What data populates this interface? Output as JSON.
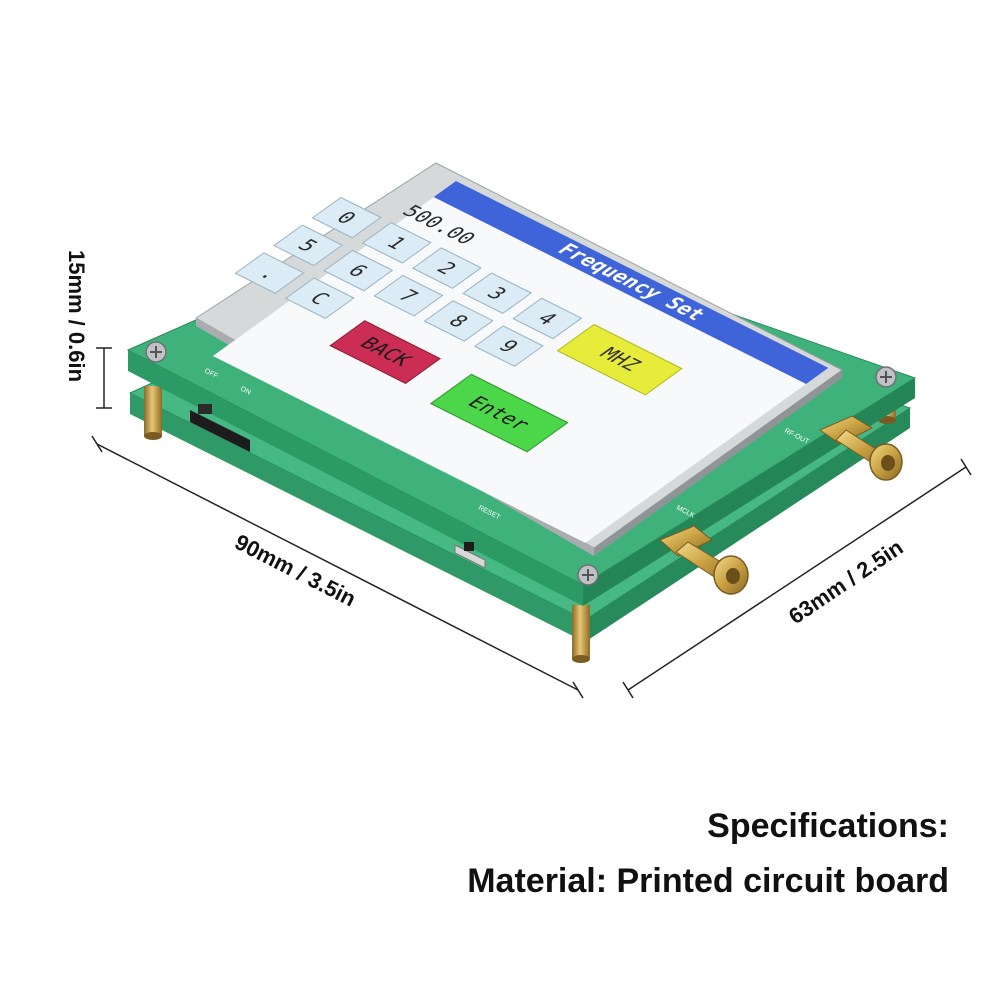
{
  "dimensions": {
    "height_label": "15mm / 0.6in",
    "width_label": "90mm / 3.5in",
    "depth_label": "63mm / 2.5in"
  },
  "screen": {
    "title": "Frequency Set",
    "value": "500.00",
    "keys": [
      "0",
      "1",
      "2",
      "3",
      "4",
      "5",
      "6",
      "7",
      "8",
      "9",
      ".",
      "C"
    ],
    "unit_button": "MHZ",
    "back_button": "BACK",
    "enter_button": "Enter"
  },
  "board": {
    "switch_off": "OFF",
    "switch_on": "ON",
    "reset_label": "RESET",
    "rf_out_label": "RF-OUT",
    "mclk_label": "MCLK"
  },
  "specs": {
    "title": "Specifications:",
    "material": "Material: Printed circuit board"
  },
  "colors": {
    "pcb": "#3fb27c",
    "title_bar": "#3f63d8",
    "mhz_button": "#e6ec39",
    "back_button": "#cc2d55",
    "enter_button": "#4cd64a",
    "key": "#dcecf6"
  }
}
